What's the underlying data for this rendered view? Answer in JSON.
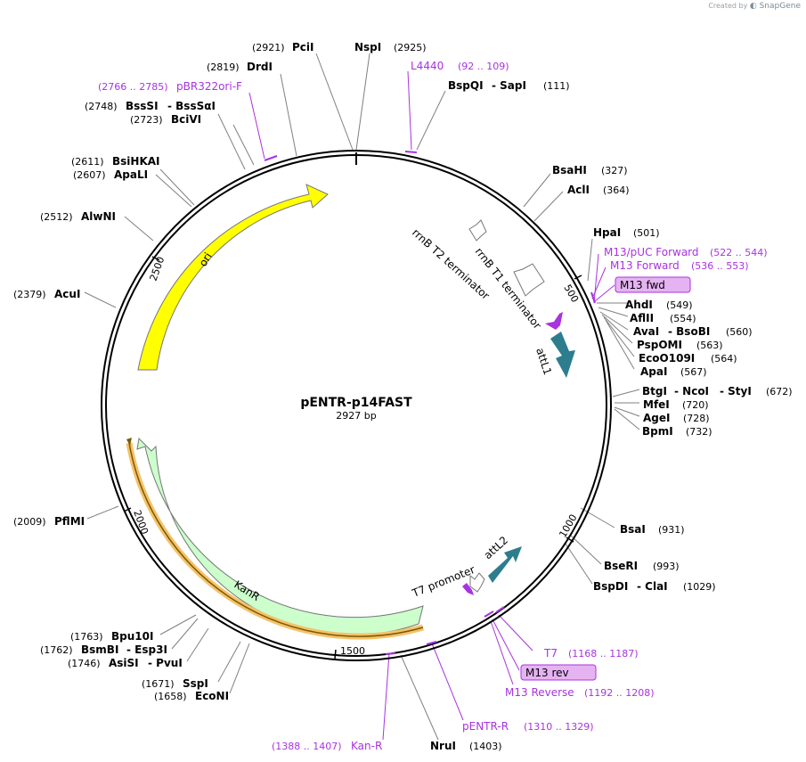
{
  "credit": {
    "prefix": "Created by",
    "brand": "SnapGene"
  },
  "plasmid": {
    "name": "pENTR-p14FAST",
    "size_label": "2927 bp"
  },
  "tick_labels": [
    "500",
    "1000",
    "1500",
    "2000",
    "2500"
  ],
  "features": {
    "ori": "ori",
    "kanr": "KanR",
    "rrnb_t2": "rrnB T2 terminator",
    "rrnb_t1": "rrnB T1 terminator",
    "attl1": "attL1",
    "attl2": "attL2",
    "t7_promoter": "T7 promoter"
  },
  "sites": {
    "pcii_pos": "(2921)",
    "pcii_name": "PciI",
    "nspi_name": "NspI",
    "nspi_pos": "(2925)",
    "drdi_pos": "(2819)",
    "drdi_name": "DrdI",
    "bsssi_pos": "(2748)",
    "bsssi_name": "BssSI",
    "bsssai_name": "- BssSαI",
    "bcivi_pos": "(2723)",
    "bcivi_name": "BciVI",
    "bsihkai_pos": "(2611)",
    "bsihkai_name": "BsiHKAI",
    "apali_pos": "(2607)",
    "apali_name": "ApaLI",
    "alwni_pos": "(2512)",
    "alwni_name": "AlwNI",
    "acui_pos": "(2379)",
    "acui_name": "AcuI",
    "pflmi_pos": "(2009)",
    "pflmi_name": "PflMI",
    "bpu10i_pos": "(1763)",
    "bpu10i_name": "Bpu10I",
    "bsmbi_pos": "(1762)",
    "bsmbi_name": "BsmBI",
    "esp3i_name": "- Esp3I",
    "asisi_pos": "(1746)",
    "asisi_name": "AsiSI",
    "pvui_name": "- PvuI",
    "sspi_pos": "(1671)",
    "sspi_name": "SspI",
    "econi_pos": "(1658)",
    "econi_name": "EcoNI",
    "nrui_name": "NruI",
    "nrui_pos": "(1403)",
    "bspqi_name": "BspQI",
    "sapi_name": "- SapI",
    "sapi_pos": "(111)",
    "bsahi_name": "BsaHI",
    "bsahi_pos": "(327)",
    "acli_name": "AclI",
    "acli_pos": "(364)",
    "hpai_name": "HpaI",
    "hpai_pos": "(501)",
    "ahdi_name": "AhdI",
    "ahdi_pos": "(549)",
    "aflii_name": "AflII",
    "aflii_pos": "(554)",
    "avai_name": "AvaI",
    "bsobi_name": "- BsoBI",
    "avai_pos": "(560)",
    "pspomi_name": "PspOMI",
    "pspomi_pos": "(563)",
    "ecoo109i_name": "EcoO109I",
    "ecoo109i_pos": "(564)",
    "apai_name": "ApaI",
    "apai_pos": "(567)",
    "btgi_name": "BtgI",
    "ncoi_name": "- NcoI",
    "styi_name": "- StyI",
    "btgi_pos": "(672)",
    "mfei_name": "MfeI",
    "mfei_pos": "(720)",
    "agei_name": "AgeI",
    "agei_pos": "(728)",
    "bpmi_name": "BpmI",
    "bpmi_pos": "(732)",
    "bsai_name": "BsaI",
    "bsai_pos": "(931)",
    "bseri_name": "BseRI",
    "bseri_pos": "(993)",
    "bspdi_name": "BspDI",
    "clai_name": "- ClaI",
    "bspdi_pos": "(1029)"
  },
  "primers": {
    "l4440_name": "L4440",
    "l4440_pos": "(92 .. 109)",
    "pbr322_pos": "(2766 .. 2785)",
    "pbr322_name": "pBR322ori-F",
    "m13puc_name": "M13/pUC Forward",
    "m13puc_pos": "(522 .. 544)",
    "m13fwd_name": "M13 Forward",
    "m13fwd_pos": "(536 .. 553)",
    "m13fwd_box": "M13 fwd",
    "t7_name": "T7",
    "t7_pos": "(1168 .. 1187)",
    "m13rev_box": "M13 rev",
    "m13rev_name": "M13 Reverse",
    "m13rev_pos": "(1192 .. 1208)",
    "pentr_name": "pENTR-R",
    "pentr_pos": "(1310 .. 1329)",
    "kanr_pos": "(1388 .. 1407)",
    "kanr_name": "Kan-R"
  },
  "colors": {
    "ori": "#ffff00",
    "kanr": "#ccffcc",
    "kanr_highlight": "#f5c26b",
    "attl": "#2e7d8f",
    "terminator": "#ffffff",
    "primer": "#a833e0",
    "primer_box": "#e6b3f2",
    "backbone": "#000000"
  }
}
